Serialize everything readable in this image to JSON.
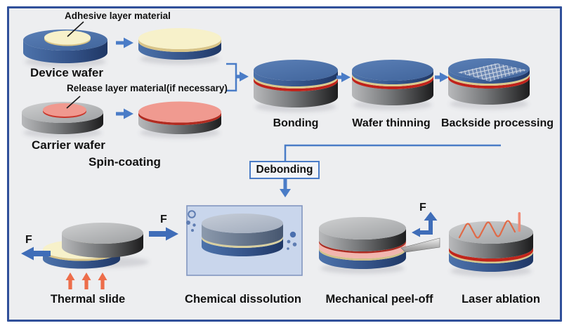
{
  "figure": {
    "background_color": "#edeef0",
    "frame_border_color": "#30509a",
    "arrow_color": "#4a7cc7",
    "heat_arrow_color": "#ed6d4a",
    "device_wafer_color": "#44689f",
    "carrier_wafer_color": "#a8aaac",
    "adhesive_color": "#f7f1ca",
    "release_color": "#f0998f"
  },
  "preparation": {
    "adhesive_layer_label": "Adhesive layer material",
    "device_wafer_label": "Device wafer",
    "release_layer_label": "Release layer material(if necessary)",
    "carrier_wafer_label": "Carrier wafer",
    "spin_coating_label": "Spin-coating"
  },
  "bonding_flow": {
    "bonding_label": "Bonding",
    "wafer_thinning_label": "Wafer thinning",
    "backside_processing_label": "Backside processing"
  },
  "debonding": {
    "box_label": "Debonding",
    "force_label": "F",
    "methods": {
      "thermal_slide": "Thermal slide",
      "chemical_dissolution": "Chemical dissolution",
      "mechanical_peel_off": "Mechanical peel-off",
      "laser_ablation": "Laser ablation"
    }
  }
}
